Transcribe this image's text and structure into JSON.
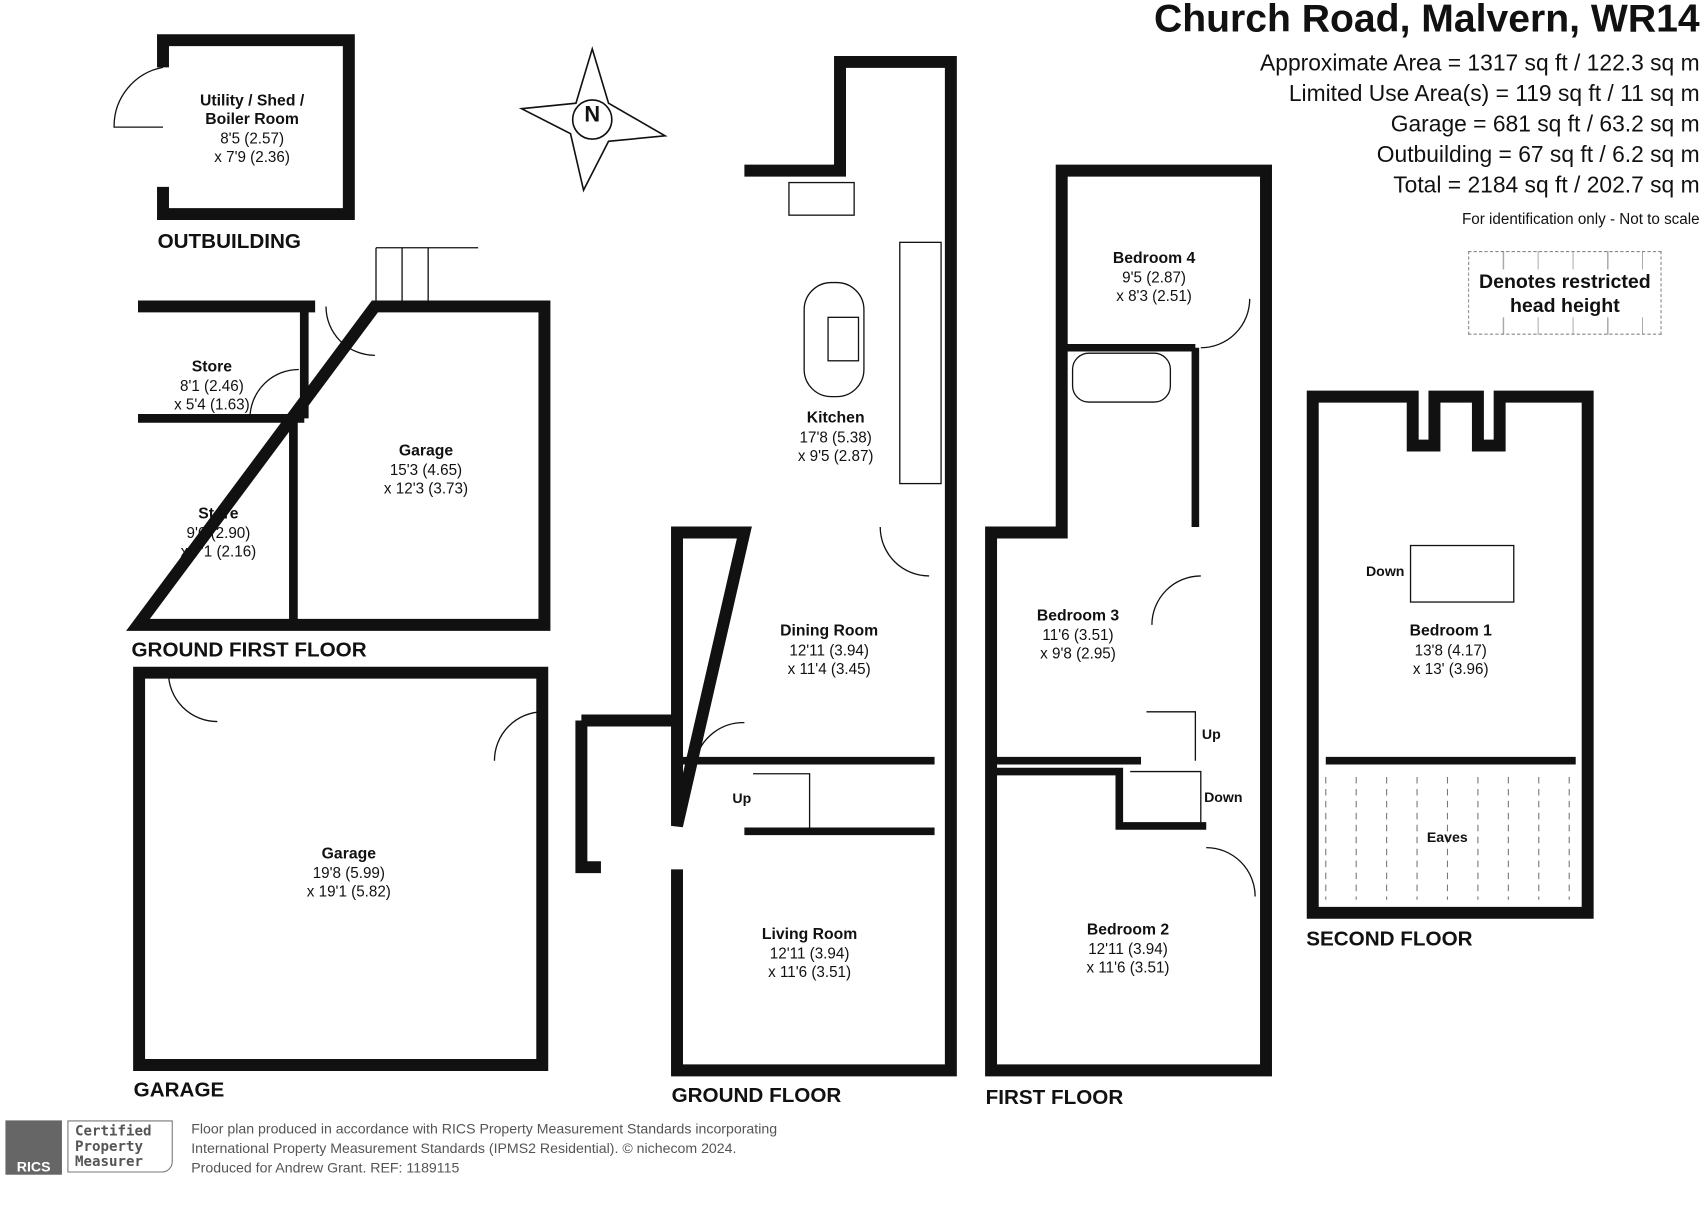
{
  "header": {
    "title": "Church Road, Malvern, WR14",
    "areas": [
      "Approximate Area = 1317 sq ft / 122.3 sq m",
      "Limited Use Area(s) = 119 sq ft / 11 sq m",
      "Garage = 681 sq ft / 63.2 sq m",
      "Outbuilding = 67 sq ft / 6.2 sq m",
      "Total = 2184 sq ft / 202.7 sq m"
    ],
    "note": "For identification only - Not to scale"
  },
  "legend": {
    "restricted": "Denotes restricted head height"
  },
  "compass": {
    "label": "N"
  },
  "floors": {
    "outbuilding": "OUTBUILDING",
    "ground_first": "GROUND FIRST FLOOR",
    "garage": "GARAGE",
    "ground": "GROUND FLOOR",
    "first": "FIRST FLOOR",
    "second": "SECOND FLOOR"
  },
  "rooms": {
    "utility": {
      "name": "Utility / Shed / Boiler Room",
      "dim1": "8'5 (2.57)",
      "dim2": "x 7'9 (2.36)"
    },
    "store1": {
      "name": "Store",
      "dim1": "8'1 (2.46)",
      "dim2": "x 5'4 (1.63)"
    },
    "garage_upper": {
      "name": "Garage",
      "dim1": "15'3 (4.65)",
      "dim2": "x 12'3 (3.73)"
    },
    "store2": {
      "name": "Store",
      "dim1": "9'6 (2.90)",
      "dim2": "x 7'1 (2.16)"
    },
    "garage": {
      "name": "Garage",
      "dim1": "19'8 (5.99)",
      "dim2": "x 19'1 (5.82)"
    },
    "kitchen": {
      "name": "Kitchen",
      "dim1": "17'8 (5.38)",
      "dim2": "x 9'5 (2.87)"
    },
    "dining": {
      "name": "Dining Room",
      "dim1": "12'11 (3.94)",
      "dim2": "x 11'4 (3.45)"
    },
    "living": {
      "name": "Living Room",
      "dim1": "12'11 (3.94)",
      "dim2": "x 11'6 (3.51)"
    },
    "bed4": {
      "name": "Bedroom 4",
      "dim1": "9'5 (2.87)",
      "dim2": "x 8'3 (2.51)"
    },
    "bed3": {
      "name": "Bedroom 3",
      "dim1": "11'6 (3.51)",
      "dim2": "x 9'8 (2.95)"
    },
    "bed2": {
      "name": "Bedroom 2",
      "dim1": "12'11 (3.94)",
      "dim2": "x 11'6 (3.51)"
    },
    "bed1": {
      "name": "Bedroom 1",
      "dim1": "13'8 (4.17)",
      "dim2": "x 13' (3.96)"
    }
  },
  "stairs": {
    "gf_up": "Up",
    "ff_up": "Up",
    "ff_down": "Down",
    "sf_down": "Down",
    "eaves": "Eaves"
  },
  "footer": {
    "badge_line1": "Certified",
    "badge_line2": "Property",
    "badge_line3": "Measurer",
    "badge_logo": "RICS",
    "line1": "Floor plan produced in accordance with RICS Property Measurement Standards incorporating",
    "line2": "International Property Measurement Standards (IPMS2 Residential).   © nichecom 2024.",
    "line3": "Produced for Andrew Grant.   REF: 1189115"
  }
}
